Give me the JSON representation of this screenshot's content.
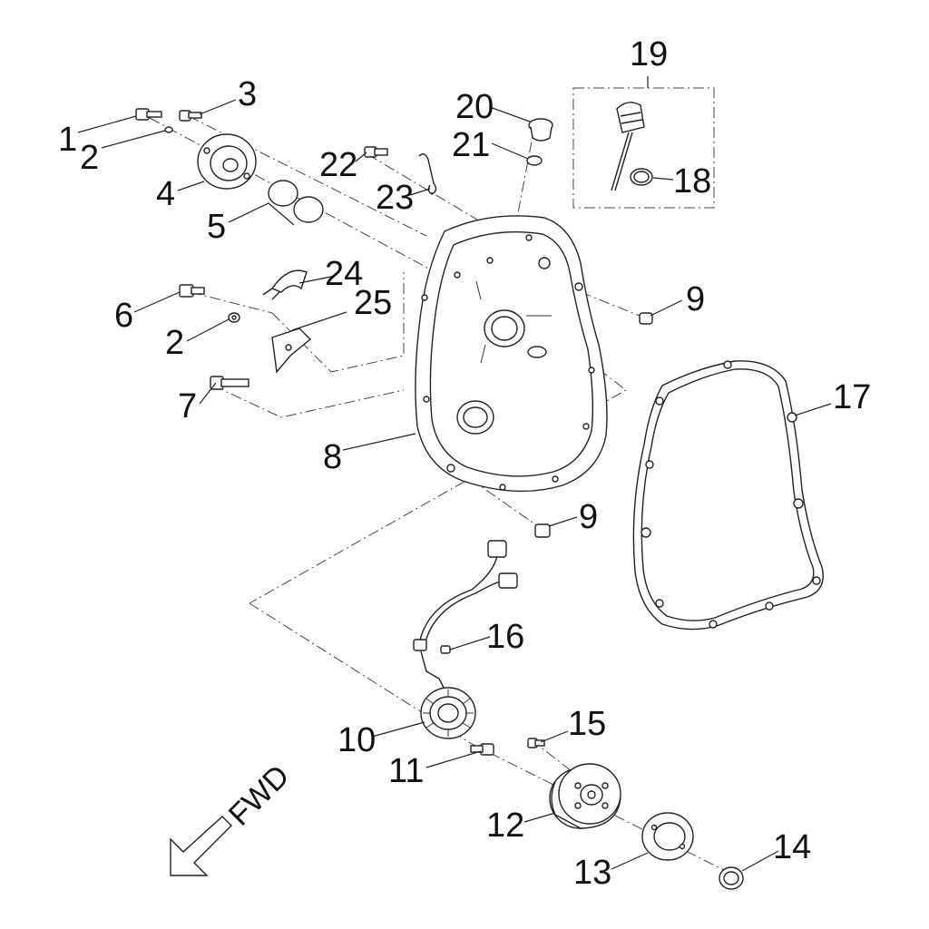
{
  "diagram": {
    "direction_label": "FWD",
    "callouts": {
      "c1": "1",
      "c2a": "2",
      "c2b": "2",
      "c3": "3",
      "c4": "4",
      "c5": "5",
      "c6": "6",
      "c7": "7",
      "c8": "8",
      "c9a": "9",
      "c9b": "9",
      "c10": "10",
      "c11": "11",
      "c12": "12",
      "c13": "13",
      "c14": "14",
      "c15": "15",
      "c16": "16",
      "c17": "17",
      "c18": "18",
      "c19": "19",
      "c20": "20",
      "c21": "21",
      "c22": "22",
      "c23": "23",
      "c24": "24",
      "c25": "25"
    }
  }
}
